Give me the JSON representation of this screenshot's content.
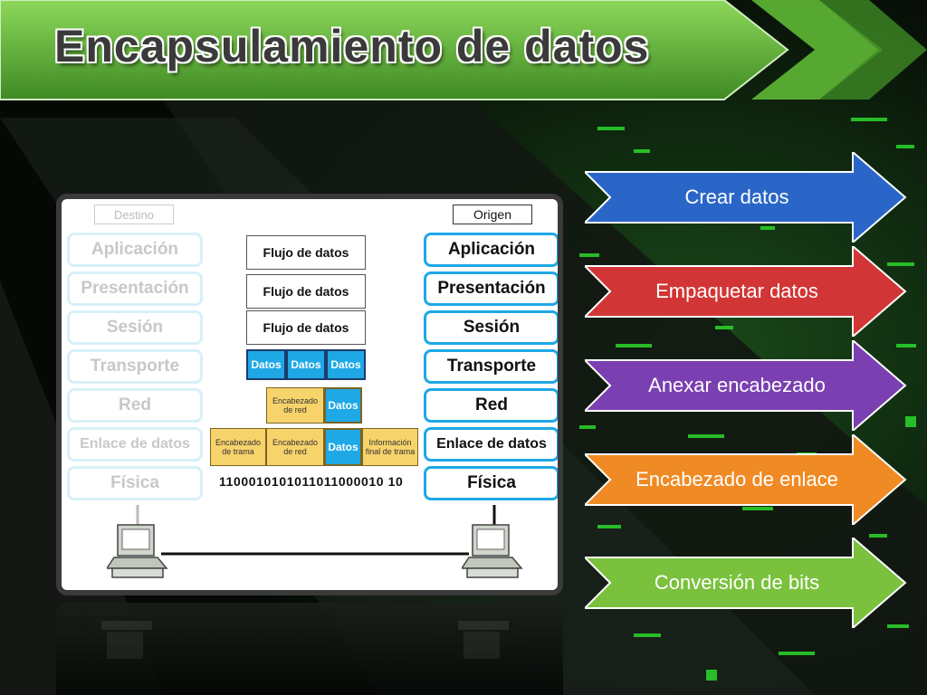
{
  "title": "Encapsulamiento de datos",
  "diagram": {
    "destination_label": "Destino",
    "origin_label": "Origen",
    "layers": [
      "Aplicación",
      "Presentación",
      "Sesión",
      "Transporte",
      "Red",
      "Enlace de datos",
      "Física"
    ],
    "flows": [
      "Flujo de datos",
      "Flujo de datos",
      "Flujo de datos"
    ],
    "segments": [
      "Datos",
      "Datos",
      "Datos"
    ],
    "packet": {
      "header": "Encabezado de red",
      "data": "Datos"
    },
    "frame": {
      "header": "Encabezado de trama",
      "net_header": "Encabezado de red",
      "data": "Datos",
      "trailer": "Información final de trama"
    },
    "bits": "1100010101011011000010 10"
  },
  "steps": [
    {
      "label": "Crear datos",
      "color": "#2a66c8"
    },
    {
      "label": "Empaquetar datos",
      "color": "#d23535"
    },
    {
      "label": "Anexar encabezado",
      "color": "#7a3fb0"
    },
    {
      "label": "Encabezado de enlace",
      "color": "#f08a24"
    },
    {
      "label": "Conversión de bits",
      "color": "#7ac13d"
    }
  ]
}
